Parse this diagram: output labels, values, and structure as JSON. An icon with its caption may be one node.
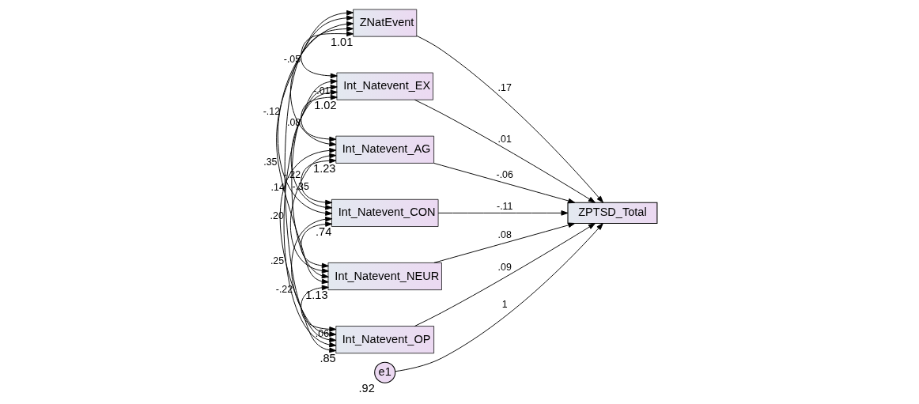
{
  "diagram": {
    "nodes": [
      {
        "text": [
          "ZNatEvent"
        ],
        "beside": [
          "1.01"
        ]
      },
      {
        "text": [
          "Int_Natevent_EX"
        ],
        "beside": [
          "1.02"
        ]
      },
      {
        "text": [
          "Int_Natevent_AG"
        ],
        "beside": [
          "1.23"
        ]
      },
      {
        "text": [
          "Int_Natevent_CON"
        ],
        "beside": [
          ".74"
        ]
      },
      {
        "text": [
          "Int_Natevent_NEUR"
        ],
        "beside": [
          "1.13"
        ]
      },
      {
        "text": [
          "Int_Natevent_OP"
        ],
        "beside": [
          ".85"
        ]
      },
      {
        "text": [
          "ZPTSD_Total"
        ]
      },
      {
        "text": [
          "e1"
        ],
        "beside": [
          ".92"
        ]
      }
    ],
    "edges": [
      {
        "from": 0,
        "to": 6,
        "arrow": "to",
        "label": ".17"
      },
      {
        "from": 1,
        "to": 6,
        "arrow": "to",
        "label": ".01"
      },
      {
        "from": 2,
        "to": 6,
        "arrow": "to",
        "label": "-.06"
      },
      {
        "from": 3,
        "to": 6,
        "arrow": "to",
        "label": "-.11"
      },
      {
        "from": 4,
        "to": 6,
        "arrow": "to",
        "label": ".08"
      },
      {
        "from": 5,
        "to": 6,
        "arrow": "to",
        "label": ".09"
      },
      {
        "from": 7,
        "to": 6,
        "arrow": "to",
        "label": "1"
      },
      {
        "from": 0,
        "to": 1,
        "arrow": "both"
      },
      {
        "from": 0,
        "to": 2,
        "arrow": "both",
        "label": "-.05"
      },
      {
        "from": 0,
        "to": 3,
        "arrow": "both",
        "label": "-.12"
      },
      {
        "from": 0,
        "to": 4,
        "arrow": "both",
        "label": ".35"
      },
      {
        "from": 0,
        "to": 5,
        "arrow": "both",
        "label": ".14"
      },
      {
        "from": 1,
        "to": 2,
        "arrow": "both",
        "label": "-.01"
      },
      {
        "from": 1,
        "to": 3,
        "arrow": "both",
        "label": ".08"
      },
      {
        "from": 1,
        "to": 4,
        "arrow": "both",
        "label": "-.35"
      },
      {
        "from": 1,
        "to": 5,
        "arrow": "both",
        "label": ".20"
      },
      {
        "from": 2,
        "to": 3,
        "arrow": "both"
      },
      {
        "from": 2,
        "to": 4,
        "arrow": "both",
        "label": "-.22"
      },
      {
        "from": 2,
        "to": 5,
        "arrow": "both",
        "label": ".25"
      },
      {
        "from": 3,
        "to": 4,
        "arrow": "both"
      },
      {
        "from": 3,
        "to": 5,
        "arrow": "both",
        "label": "-.22"
      },
      {
        "from": 4,
        "to": 5,
        "arrow": "both",
        "label": ".06"
      }
    ]
  }
}
